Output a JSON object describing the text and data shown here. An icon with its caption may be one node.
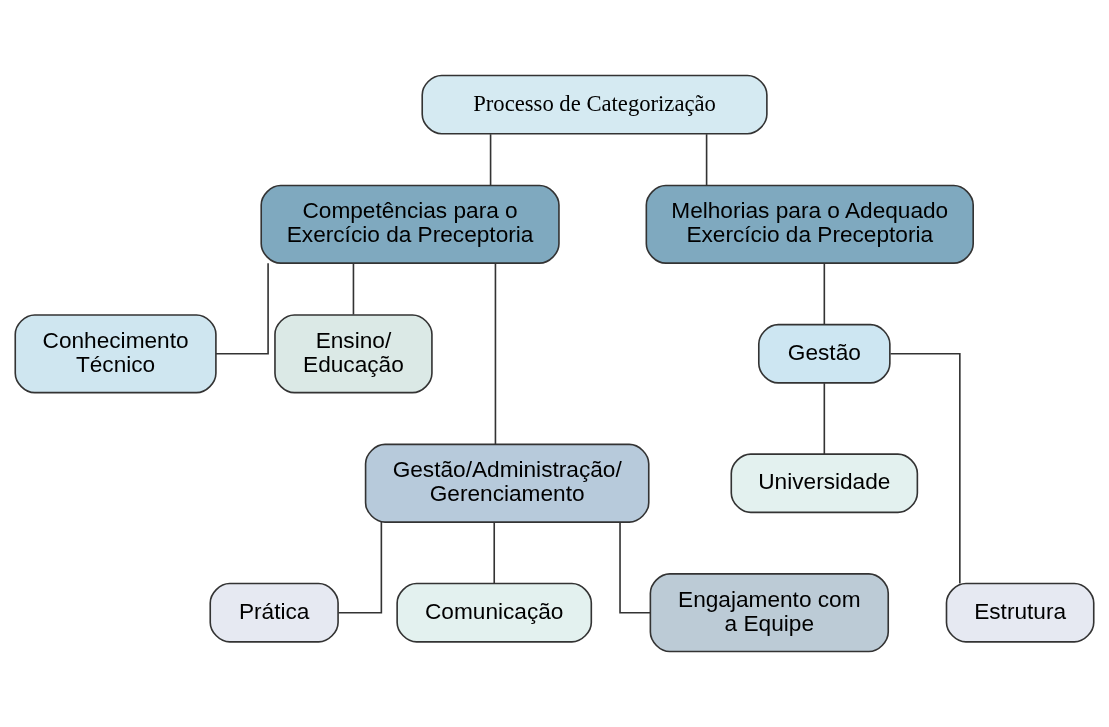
{
  "diagram": {
    "nodes": [
      {
        "text": [
          "Processo de Categorização"
        ]
      },
      {
        "text": [
          "Competências para o Exercício da Preceptoria"
        ]
      },
      {
        "text": [
          "Melhorias para o Adequado Exercício da Preceptoria"
        ]
      },
      {
        "text": [
          "Conhecimento Técnico"
        ]
      },
      {
        "text": [
          "Ensino/ Educação"
        ]
      },
      {
        "text": [
          "Gestão/Administração/ Gerenciamento"
        ]
      },
      {
        "text": [
          "Prática"
        ]
      },
      {
        "text": [
          "Comunicação"
        ]
      },
      {
        "text": [
          "Engajamento com a Equipe"
        ]
      },
      {
        "text": [
          "Gestão"
        ]
      },
      {
        "text": [
          "Universidade"
        ]
      },
      {
        "text": [
          "Estrutura"
        ]
      }
    ],
    "edges": [
      {
        "from": 0,
        "to": 1,
        "arrow": "none"
      },
      {
        "from": 0,
        "to": 2,
        "arrow": "none"
      },
      {
        "from": 1,
        "to": 3,
        "arrow": "none"
      },
      {
        "from": 1,
        "to": 4,
        "arrow": "none"
      },
      {
        "from": 1,
        "to": 5,
        "arrow": "none"
      },
      {
        "from": 5,
        "to": 6,
        "arrow": "none"
      },
      {
        "from": 5,
        "to": 7,
        "arrow": "none"
      },
      {
        "from": 5,
        "to": 8,
        "arrow": "none"
      },
      {
        "from": 2,
        "to": 9,
        "arrow": "none"
      },
      {
        "from": 9,
        "to": 10,
        "arrow": "none"
      },
      {
        "from": 9,
        "to": 11,
        "arrow": "none"
      }
    ]
  }
}
